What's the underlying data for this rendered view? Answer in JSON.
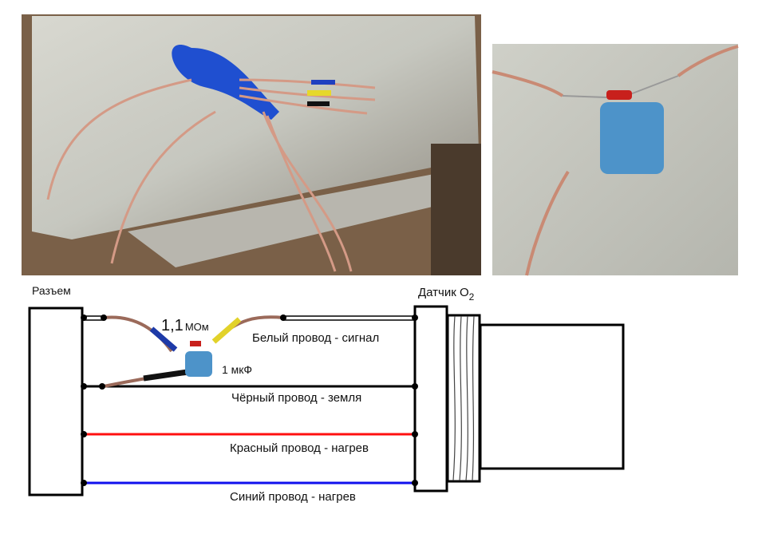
{
  "diagram": {
    "connector_label": "Разъем",
    "sensor_label": "Датчик O",
    "sensor_label_sub": "2",
    "resistor_label_big": "1,1",
    "resistor_label_unit": "МОм",
    "capacitor_label": "1 мкФ",
    "wires": [
      {
        "label": "Белый провод - сигнал",
        "color": "#ffffff"
      },
      {
        "label": "Чёрный провод - земля",
        "color": "#000000"
      },
      {
        "label": "Красный провод - нагрев",
        "color": "#ff1010"
      },
      {
        "label": "Синий провод - нагрев",
        "color": "#1010ee"
      }
    ]
  }
}
